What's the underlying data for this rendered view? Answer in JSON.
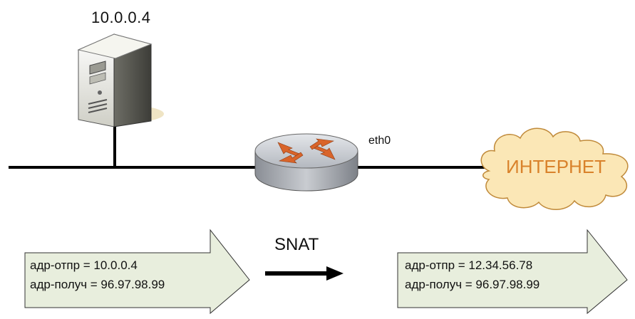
{
  "server": {
    "ip": "10.0.0.4",
    "icon": "server-tower"
  },
  "router": {
    "interface": "eth0",
    "icon": "router"
  },
  "cloud": {
    "label": "ИНТЕРНЕТ",
    "fill": "#fbe7b6",
    "text_color": "#d9822b"
  },
  "translation": {
    "label": "SNAT"
  },
  "packet_before": {
    "src": "адр-отпр = 10.0.0.4",
    "dst": "адр-получ = 96.97.98.99"
  },
  "packet_after": {
    "src": "адр-отпр = 12.34.56.78",
    "dst": "адр-получ = 96.97.98.99"
  },
  "colors": {
    "packet_fill": "#e8eedd",
    "line": "#000000",
    "router_arrow": "#d9642a"
  }
}
